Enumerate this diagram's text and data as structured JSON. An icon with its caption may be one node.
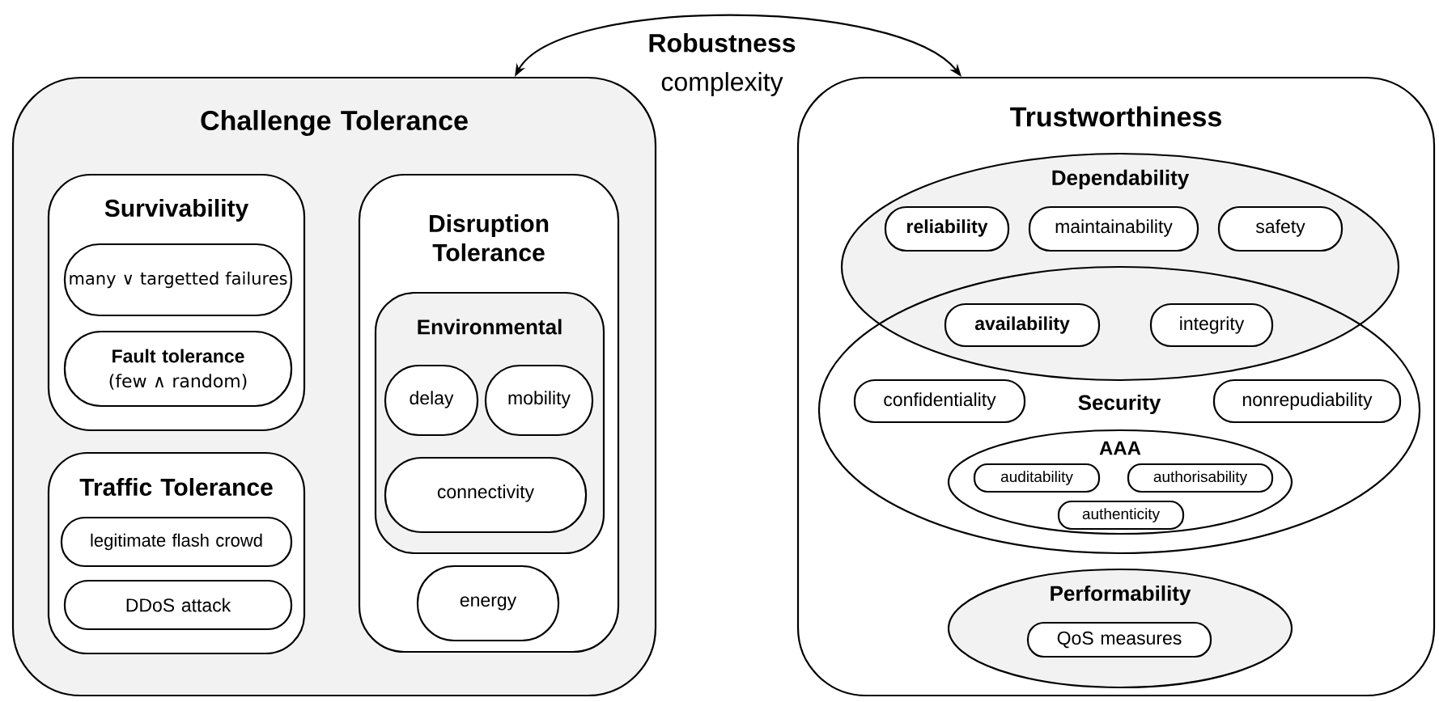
{
  "diagram": {
    "nodes": [
      {
        "text": [
          "Challenge Tolerance"
        ]
      },
      {
        "text": [
          "Survivability"
        ],
        "in": 0
      },
      {
        "text": [
          "many ∨ targetted failures"
        ],
        "in": 1
      },
      {
        "text": [
          "Fault tolerance",
          "(few ∧ random)"
        ],
        "in": 1
      },
      {
        "text": [
          "Traffic Tolerance"
        ],
        "in": 0
      },
      {
        "text": [
          "legitimate flash crowd"
        ],
        "in": 4
      },
      {
        "text": [
          "DDoS attack"
        ],
        "in": 4
      },
      {
        "text": [
          "Disruption Tolerance"
        ],
        "in": 0
      },
      {
        "text": [
          "Environmental"
        ],
        "in": 7
      },
      {
        "text": [
          "delay"
        ],
        "in": 8
      },
      {
        "text": [
          "mobility"
        ],
        "in": 8
      },
      {
        "text": [
          "connectivity"
        ],
        "in": 8
      },
      {
        "text": [
          "energy"
        ],
        "in": 7
      },
      {
        "text": [
          "Trustworthiness"
        ]
      },
      {
        "text": [
          "Dependability"
        ],
        "in": 13
      },
      {
        "text": [
          "reliability"
        ],
        "in": 14
      },
      {
        "text": [
          "maintainability"
        ],
        "in": 14
      },
      {
        "text": [
          "safety"
        ],
        "in": 14
      },
      {
        "text": [
          "Security"
        ],
        "in": 13
      },
      {
        "text": [
          "availability"
        ]
      },
      {
        "text": [
          "integrity"
        ]
      },
      {
        "text": [
          "confidentiality"
        ],
        "in": 18
      },
      {
        "text": [
          "nonrepudiability"
        ],
        "in": 18
      },
      {
        "text": [
          "AAA"
        ],
        "in": 18
      },
      {
        "text": [
          "auditability"
        ],
        "in": 23
      },
      {
        "text": [
          "authorisability"
        ],
        "in": 23
      },
      {
        "text": [
          "authenticity"
        ],
        "in": 23
      },
      {
        "text": [
          "Performability"
        ],
        "in": 13
      },
      {
        "text": [
          "QoS measures"
        ],
        "in": 27
      }
    ],
    "edges": [
      {
        "from": 0,
        "to": 13,
        "arrow": "both",
        "label": "**Robustness** complexity"
      }
    ]
  }
}
